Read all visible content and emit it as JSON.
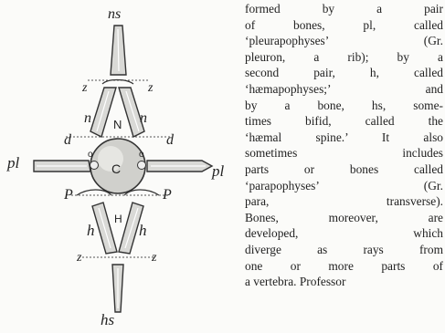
{
  "figure": {
    "labels": {
      "ns": "ns",
      "z": "z",
      "n": "n",
      "N": "N",
      "d": "d",
      "o": "o",
      "pl": "pl",
      "C": "C",
      "P": "P",
      "p": "p",
      "H": "H",
      "h": "h",
      "hs": "hs"
    }
  },
  "text_lines": [
    "formed by a pair",
    "of bones, pl, called",
    "‘pleurapophyses’ (Gr.",
    "pleuron, a rib); by a",
    "second pair, h, called",
    "‘hæmapophyses;’ and",
    "by a bone, hs, some-",
    "times bifid, called the",
    "‘hæmal spine.’ It also",
    "sometimes includes",
    "parts or bones called",
    "‘parapophyses’ (Gr.",
    "para, transverse).",
    "Bones, moreover, are",
    "developed, which",
    "diverge as rays from",
    "one or more parts of",
    "a vertebra. Professor"
  ]
}
